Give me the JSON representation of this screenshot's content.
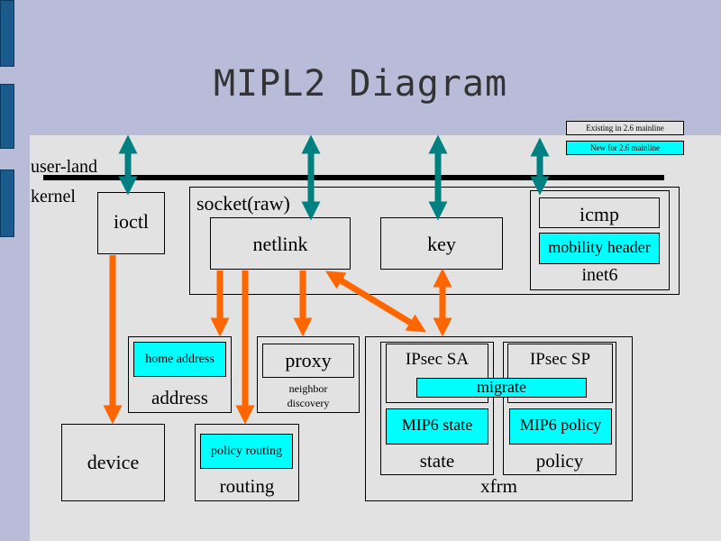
{
  "title": "MIPL2 Diagram",
  "legend": {
    "existing": "Existing in 2.6 mainline",
    "new": "New for 2.6 mainline"
  },
  "colors": {
    "new": "#00ffff",
    "existing": "#e2e2e2",
    "orange_arrow": "#ff6600",
    "teal_arrow": "#008080",
    "panel": "#e2e2e2",
    "background": "#b8bcd8"
  },
  "layers": {
    "user": "user-land",
    "kernel": "kernel"
  },
  "boxes": {
    "ioctl": "ioctl",
    "socket_raw": "socket(raw)",
    "netlink": "netlink",
    "key": "key",
    "icmp": "icmp",
    "mobility_header": "mobility header",
    "inet6": "inet6",
    "home_address": "home address",
    "address": "address",
    "proxy": "proxy",
    "neighbor_discovery": "neighbor\ndiscovery",
    "ipsec_sa": "IPsec SA",
    "ipsec_sp": "IPsec SP",
    "migrate": "migrate",
    "mip6_state": "MIP6 state",
    "mip6_policy": "MIP6 policy",
    "state": "state",
    "policy": "policy",
    "xfrm": "xfrm",
    "device": "device",
    "policy_routing": "policy routing",
    "routing": "routing"
  }
}
